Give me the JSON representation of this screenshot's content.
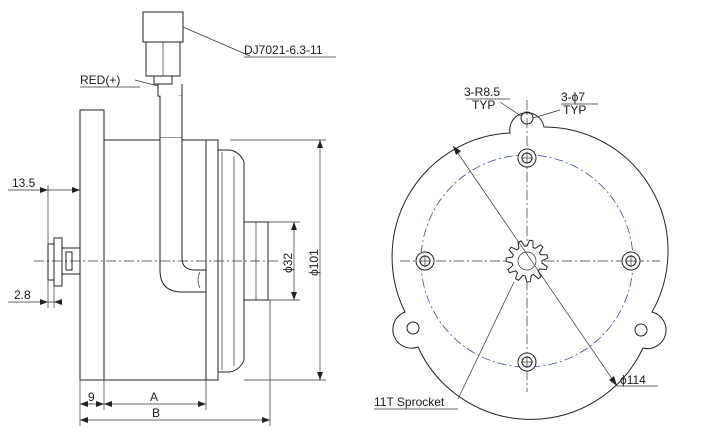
{
  "labels": {
    "connector_part": "DJ7021-6.3-11",
    "wire_color": "RED(+)",
    "dim_13_5": "13.5",
    "dim_2_8": "2.8",
    "dim_phi32": "ϕ32",
    "dim_phi101": "ϕ101",
    "dim_9": "9",
    "dim_A": "A",
    "dim_B": "B",
    "radius_note_line1": "3-R8.5",
    "radius_note_line2": "TYP",
    "hole_note_line1": "3-ϕ7",
    "hole_note_line2": "TYP",
    "sprocket": "11T Sprocket",
    "dim_phi114": "ϕ114"
  }
}
